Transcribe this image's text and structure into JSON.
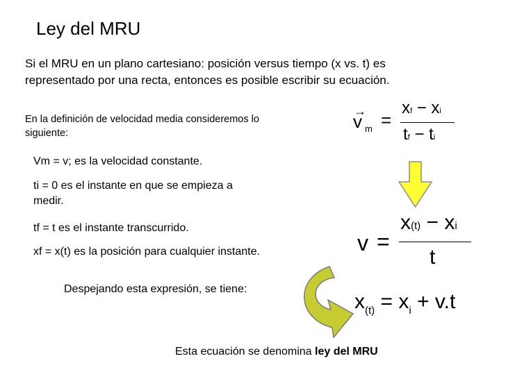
{
  "title": "Ley del MRU",
  "intro": {
    "line1": "Si el MRU en un plano cartesiano: posición versus tiempo (x vs. t) es",
    "line2": "representado por una recta, entonces es posible escribir su ecuación."
  },
  "definition": {
    "line1": "En la definición de velocidad media consideremos lo",
    "line2": "siguiente:"
  },
  "items": {
    "vm": "Vm = v; es la velocidad constante.",
    "ti_line1": "ti = 0  es el instante en que se empieza a",
    "ti_line2": "medir.",
    "tf": "tf = t   es el instante transcurrido.",
    "xf": "xf = x(t)  es la posición para cualquier instante."
  },
  "despejando": "Despejando esta expresión, se tiene:",
  "footer": {
    "prefix": "Esta ecuación se denomina ",
    "bold": "ley del MRU"
  },
  "formula1": {
    "v": "v",
    "arrow": "→",
    "sub_m": "m",
    "eq": "=",
    "num_x1": "x",
    "num_f": "f",
    "num_minus": " − x",
    "num_i": "i",
    "den_t1": "t",
    "den_f": "f",
    "den_minus": " − t",
    "den_i": "i"
  },
  "formula2": {
    "v": "v",
    "eq": "=",
    "num_x": "x",
    "num_t": "(t)",
    "num_minus": " − x",
    "num_i": "i",
    "den": "t"
  },
  "formula3": {
    "x": "x",
    "sub_t": "(t)",
    "mid": " = x",
    "sub_i": "i",
    "rest": " + v.t"
  },
  "colors": {
    "arrow_fill": "#ffff33",
    "arrow_stroke": "#8c8c8c",
    "curve_fill": "#c8cc33",
    "curve_stroke": "#7a7a7a"
  }
}
